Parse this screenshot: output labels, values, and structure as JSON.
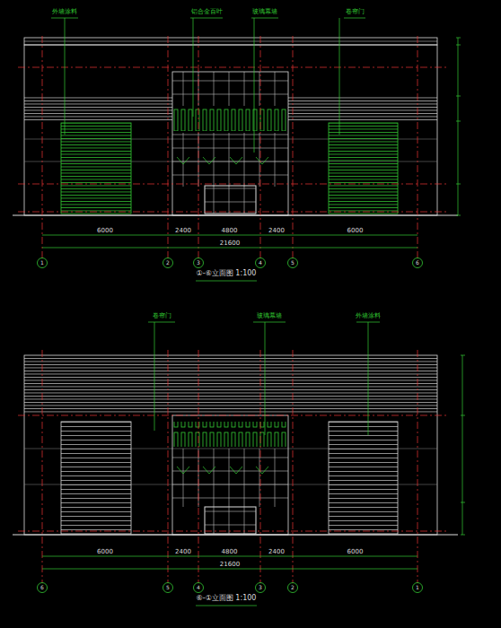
{
  "diagram": {
    "labels": [
      "外墙涂料",
      "铝合金百叶",
      "玻璃幕墙",
      "卷帘门",
      "6000",
      "2400",
      "4800",
      "2400",
      "6000",
      "21600",
      "1",
      "2",
      "3",
      "4",
      "5",
      "6",
      "①-⑥立面图 1:100",
      "卷帘门",
      "玻璃幕墙",
      "外墙涂料",
      "6000",
      "2400",
      "4800",
      "2400",
      "6000",
      "21600",
      "6",
      "5",
      "4",
      "3",
      "2",
      "1",
      "⑥-①立面图 1:100"
    ]
  }
}
